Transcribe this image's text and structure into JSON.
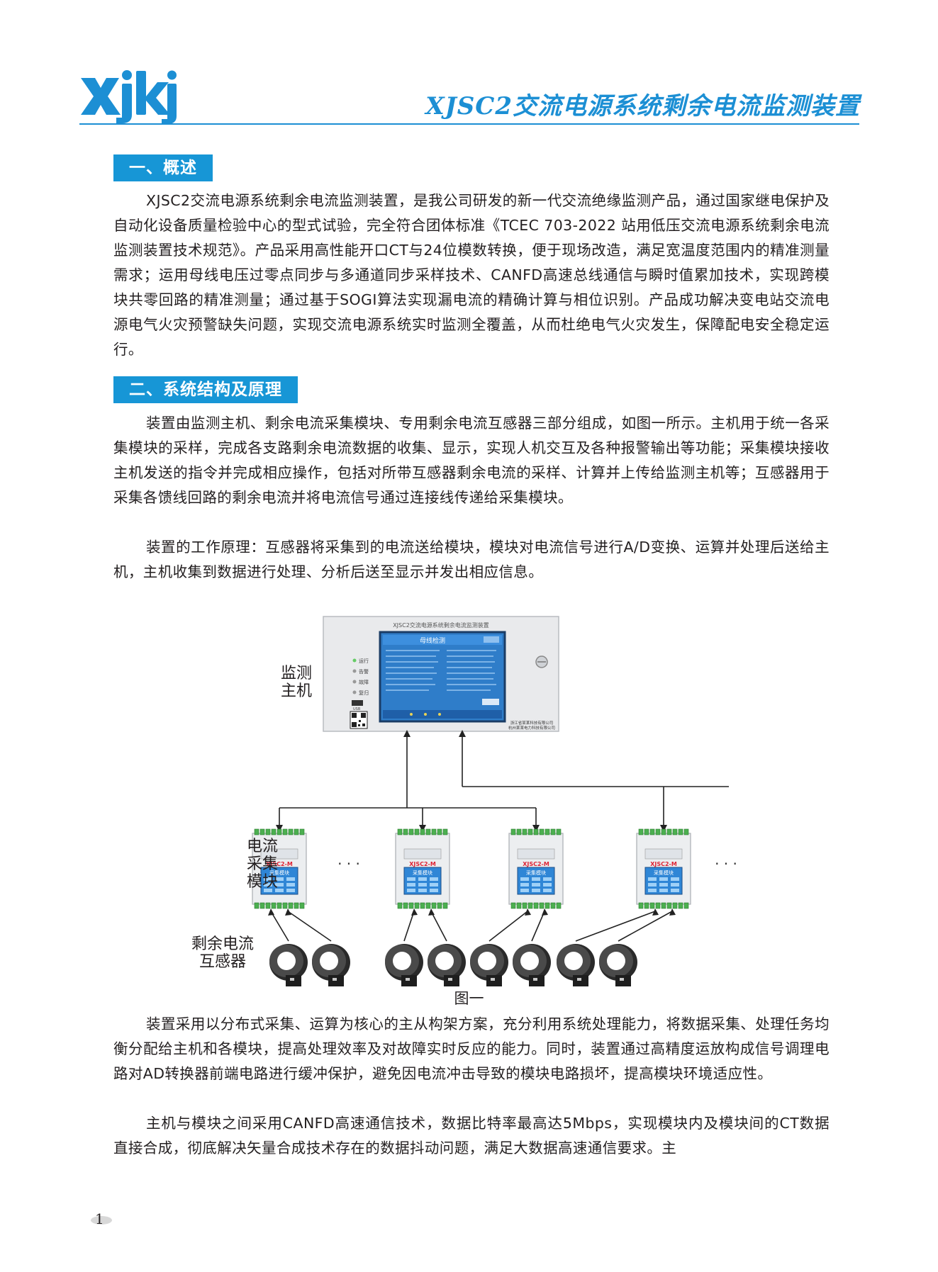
{
  "header": {
    "logo_text": "xjkj",
    "title": "XJSC2交流电源系统剩余电流监测装置",
    "brand_color": "#1c8fd4"
  },
  "sections": [
    {
      "heading": "一、概述",
      "paragraphs": [
        "XJSC2交流电源系统剩余电流监测装置，是我公司研发的新一代交流绝缘监测产品，通过国家继电保护及自动化设备质量检验中心的型式试验，完全符合团体标准《TCEC 703-2022 站用低压交流电源系统剩余电流监测装置技术规范》。产品采用高性能开口CT与24位模数转换，便于现场改造，满足宽温度范围内的精准测量需求；运用母线电压过零点同步与多通道同步采样技术、CANFD高速总线通信与瞬时值累加技术，实现跨模块共零回路的精准测量；通过基于SOGI算法实现漏电流的精确计算与相位识别。产品成功解决变电站交流电源电气火灾预警缺失问题，实现交流电源系统实时监测全覆盖，从而杜绝电气火灾发生，保障配电安全稳定运行。"
      ]
    },
    {
      "heading": "二、系统结构及原理",
      "paragraphs": [
        "装置由监测主机、剩余电流采集模块、专用剩余电流互感器三部分组成，如图一所示。主机用于统一各采集模块的采样，完成各支路剩余电流数据的收集、显示，实现人机交互及各种报警输出等功能；采集模块接收主机发送的指令并完成相应操作，包括对所带互感器剩余电流的采样、计算并上传给监测主机等；互感器用于采集各馈线回路的剩余电流并将电流信号通过连接线传递给采集模块。",
        "装置的工作原理：互感器将采集到的电流送给模块，模块对电流信号进行A/D变换、运算并处理后送给主机，主机收集到数据进行处理、分析后送至显示并发出相应信息。",
        "装置采用以分布式采集、运算为核心的主从构架方案，充分利用系统处理能力，将数据采集、处理任务均衡分配给主机和各模块，提高处理效率及对故障实时反应的能力。同时，装置通过高精度运放构成信号调理电路对AD转换器前端电路进行缓冲保护，避免因电流冲击导致的模块电路损坏，提高模块环境适应性。",
        "主机与模块之间采用CANFD高速通信技术，数据比特率最高达5Mbps，实现模块内及模块间的CT数据直接合成，彻底解决矢量合成技术存在的数据抖动问题，满足大数据高速通信要求。主"
      ]
    }
  ],
  "figure": {
    "labels": {
      "host": [
        "监测",
        "主机"
      ],
      "module": [
        "电流",
        "采集",
        "模块"
      ],
      "ct": [
        "剩余电流",
        "互感器"
      ]
    },
    "host_panel": {
      "title": "XJSC2交流电源系统剩余电流监测装置",
      "screen_title": "母线检测",
      "leds": [
        "运行",
        "告警",
        "故障",
        "复归"
      ],
      "usb": "USB",
      "company": [
        "浙江省某某科技有限公司",
        "杭州某某电力科技有限公司"
      ]
    },
    "module_label": "XJSC2-M",
    "module_sub": "采集模块",
    "ellipsis": "· · ·",
    "caption": "图一"
  },
  "footer": {
    "page_number": "1"
  }
}
